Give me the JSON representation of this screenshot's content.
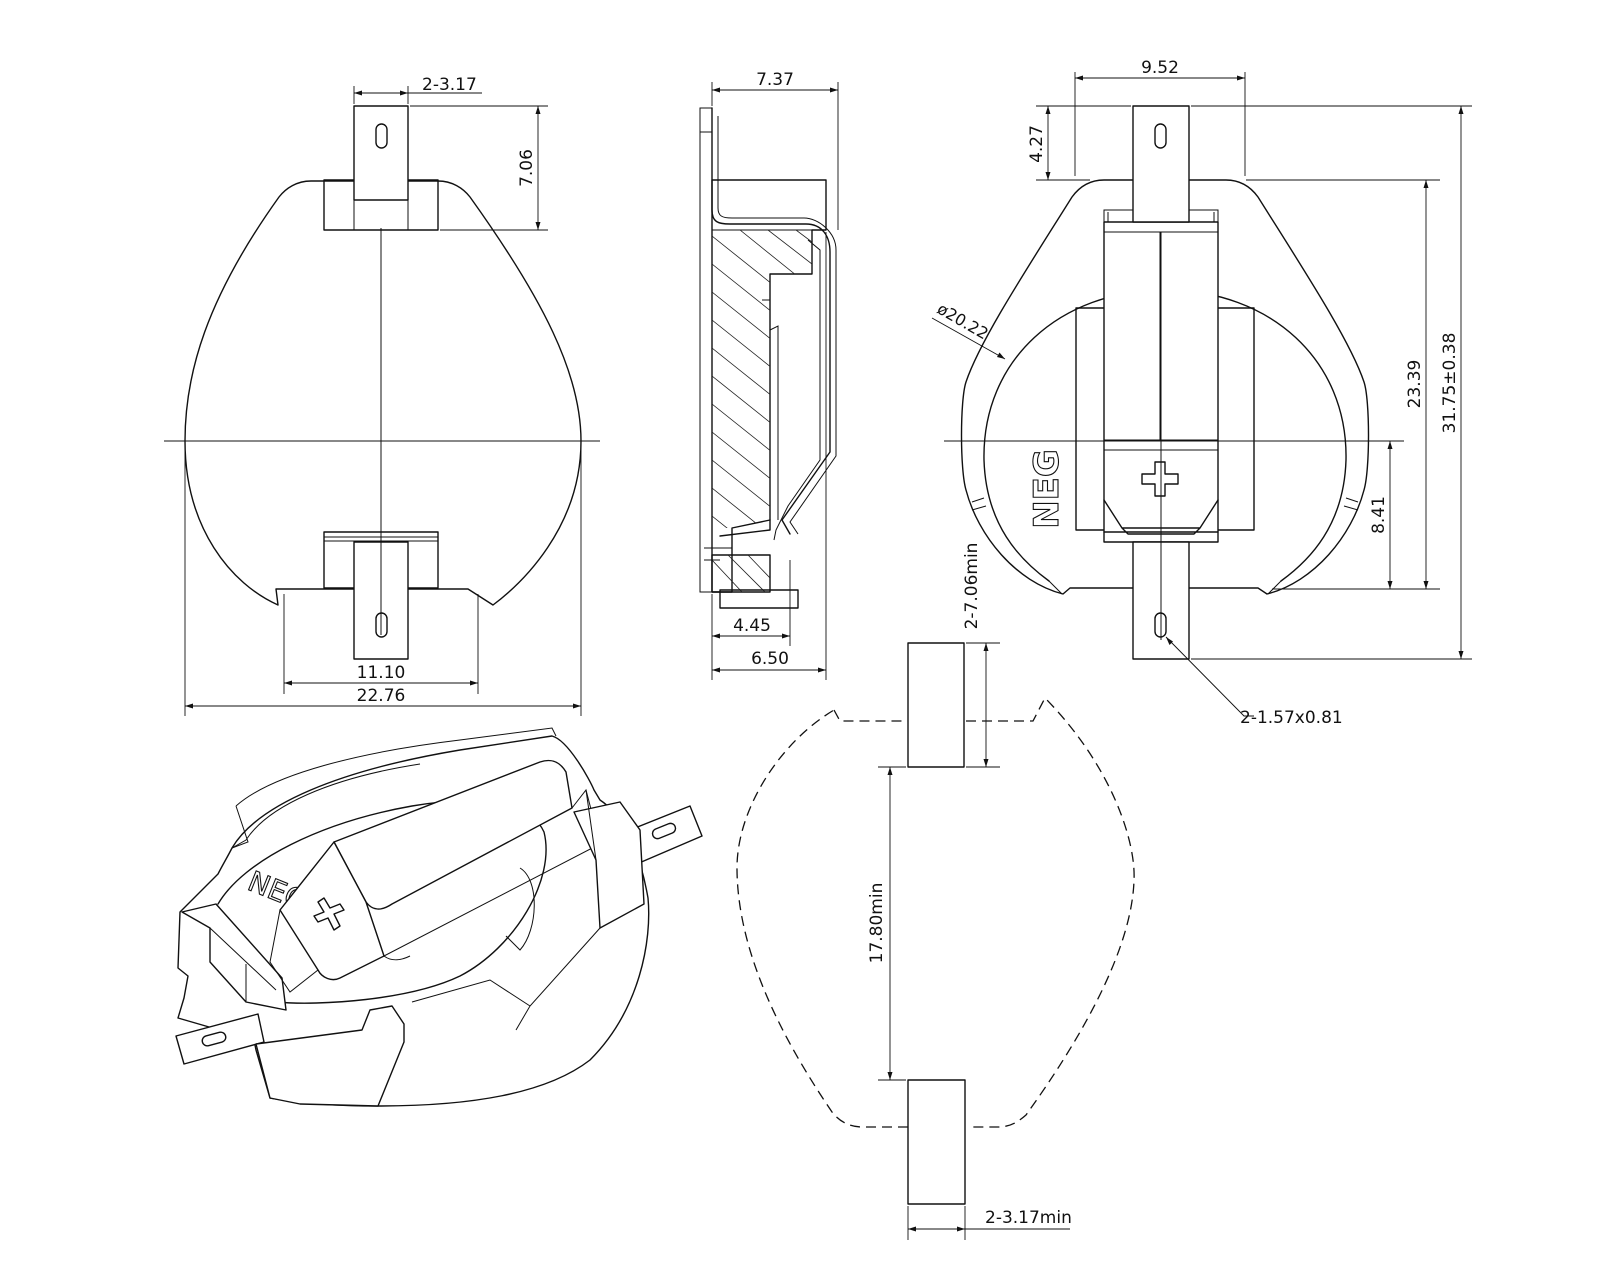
{
  "front_view": {
    "tab_width": "2-3.17",
    "tab_height": "7.06",
    "pad_span": "11.10",
    "overall_width": "22.76"
  },
  "side_view": {
    "top_depth": "7.37",
    "base_depth": "4.45",
    "overall_depth": "6.50"
  },
  "rear_view": {
    "tab_span": "9.52",
    "tab_length": "4.27",
    "cavity_diameter": "ø20.22",
    "body_length": "23.39",
    "overall_length": "31.75±0.38",
    "center_offset": "8.41",
    "slot_size": "2-1.57x0.81",
    "polarity_mark": "NEG"
  },
  "footprint": {
    "pad_length": "2-7.06min",
    "pad_gap": "17.80min",
    "pad_width": "2-3.17min"
  },
  "isometric_view": {
    "polarity_mark": "NEG"
  }
}
